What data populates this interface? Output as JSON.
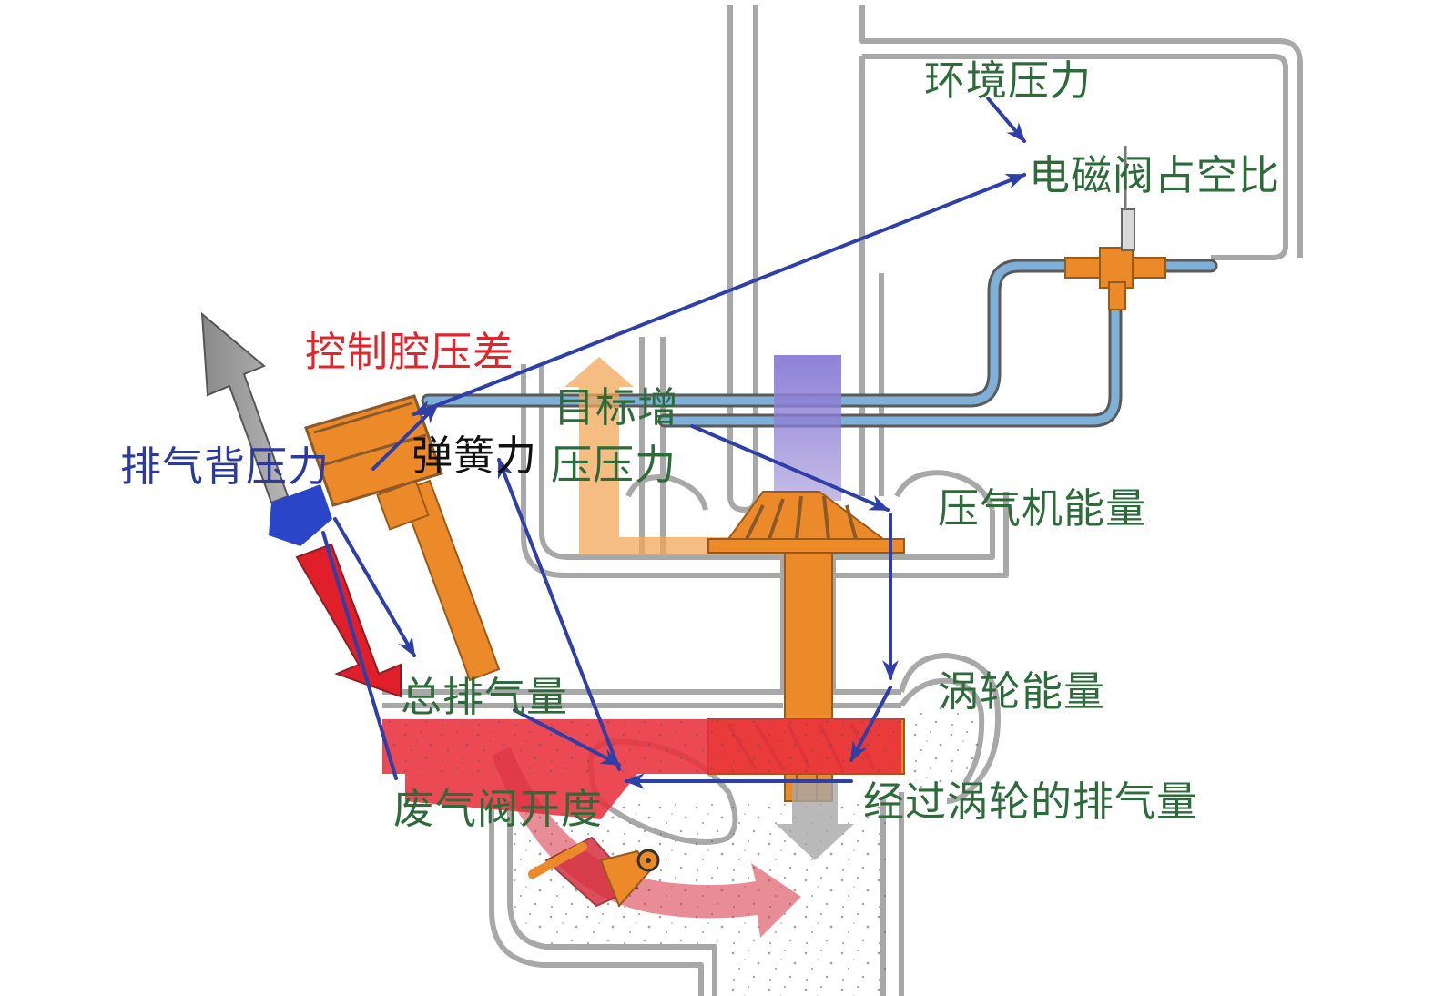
{
  "colors": {
    "flow_arrow": "#2e3fa8",
    "label_green": "#2e6b3a",
    "label_red": "#e0262d",
    "label_blue": "#2c3a9c",
    "turbo_orange": "#ec8a2a",
    "exhaust_red": "#e8303c",
    "pipe_blue": "#7fb0d8",
    "intake_purple": "#8a7ad0"
  },
  "labels": {
    "ambient_pressure": "环境压力",
    "solenoid_duty": "电磁阀占空比",
    "control_chamber_dp": "控制腔压差",
    "target_boost": "目标增",
    "target_boost_line2": "压压力",
    "spring_force": "弹簧力",
    "exhaust_back_pressure": "排气背压力",
    "compressor_energy": "压气机能量",
    "turbine_energy": "涡轮能量",
    "total_exhaust": "总排气量",
    "wastegate_opening": "废气阀开度",
    "turbine_exhaust": "经过涡轮的排气量"
  },
  "icons": {
    "actuator": "wastegate-actuator-icon",
    "turbo": "turbocharger-icon",
    "solenoid": "solenoid-valve-icon"
  }
}
